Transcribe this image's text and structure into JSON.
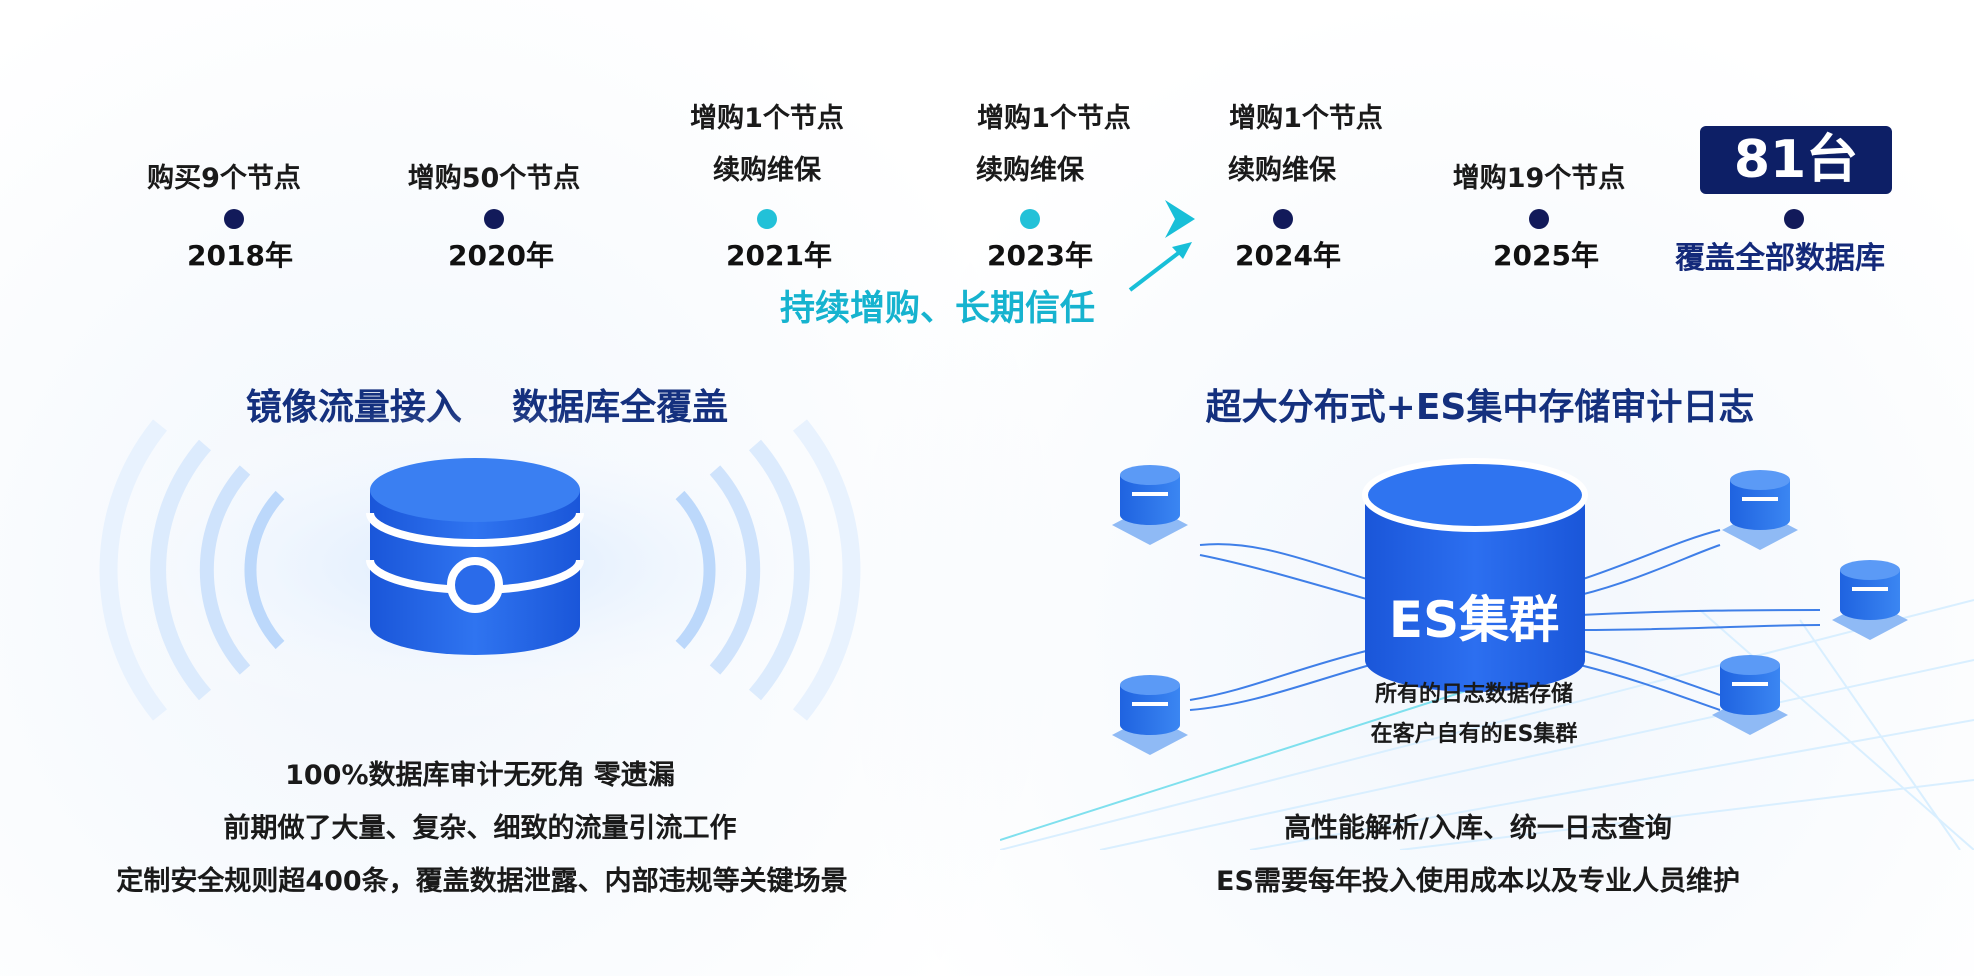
{
  "timeline": {
    "events": [
      {
        "year": "2018年",
        "lines": [
          "购买9个节点"
        ],
        "marker": "dark"
      },
      {
        "year": "2020年",
        "lines": [
          "增购50个节点"
        ],
        "marker": "dark"
      },
      {
        "year": "2021年",
        "lines": [
          "增购1个节点",
          "续购维保"
        ],
        "marker": "cyan"
      },
      {
        "year": "2023年",
        "lines": [
          "增购1个节点",
          "续购维保"
        ],
        "marker": "cyan"
      },
      {
        "year": "2024年",
        "lines": [
          "增购1个节点",
          "续购维保"
        ],
        "marker": "dark"
      },
      {
        "year": "2025年",
        "lines": [
          "增购19个节点"
        ],
        "marker": "dark"
      }
    ],
    "total_badge": "81台",
    "total_caption": "覆盖全部数据库",
    "callout": "持续增购、长期信任"
  },
  "left_panel": {
    "title": "镜像流量接入    数据库全覆盖",
    "lines": [
      "100%数据库审计无死角 零遗漏",
      "前期做了大量、复杂、细致的流量引流工作",
      "定制安全规则超400条，覆盖数据泄露、内部违规等关键场景"
    ]
  },
  "right_panel": {
    "title": "超大分布式+ES集中存储审计日志",
    "cluster_label": "ES集群",
    "cluster_caption": [
      "所有的日志数据存储",
      "在客户自有的ES集群"
    ],
    "lines": [
      "高性能解析/入库、统一日志查询",
      "ES需要每年投入使用成本以及专业人员维护"
    ]
  },
  "colors": {
    "navy": "#0d1f66",
    "title_blue": "#14307e",
    "cyan": "#16b3cf",
    "db_blue": "#1f5fe0",
    "timeline_line": "#2f7fe0"
  }
}
